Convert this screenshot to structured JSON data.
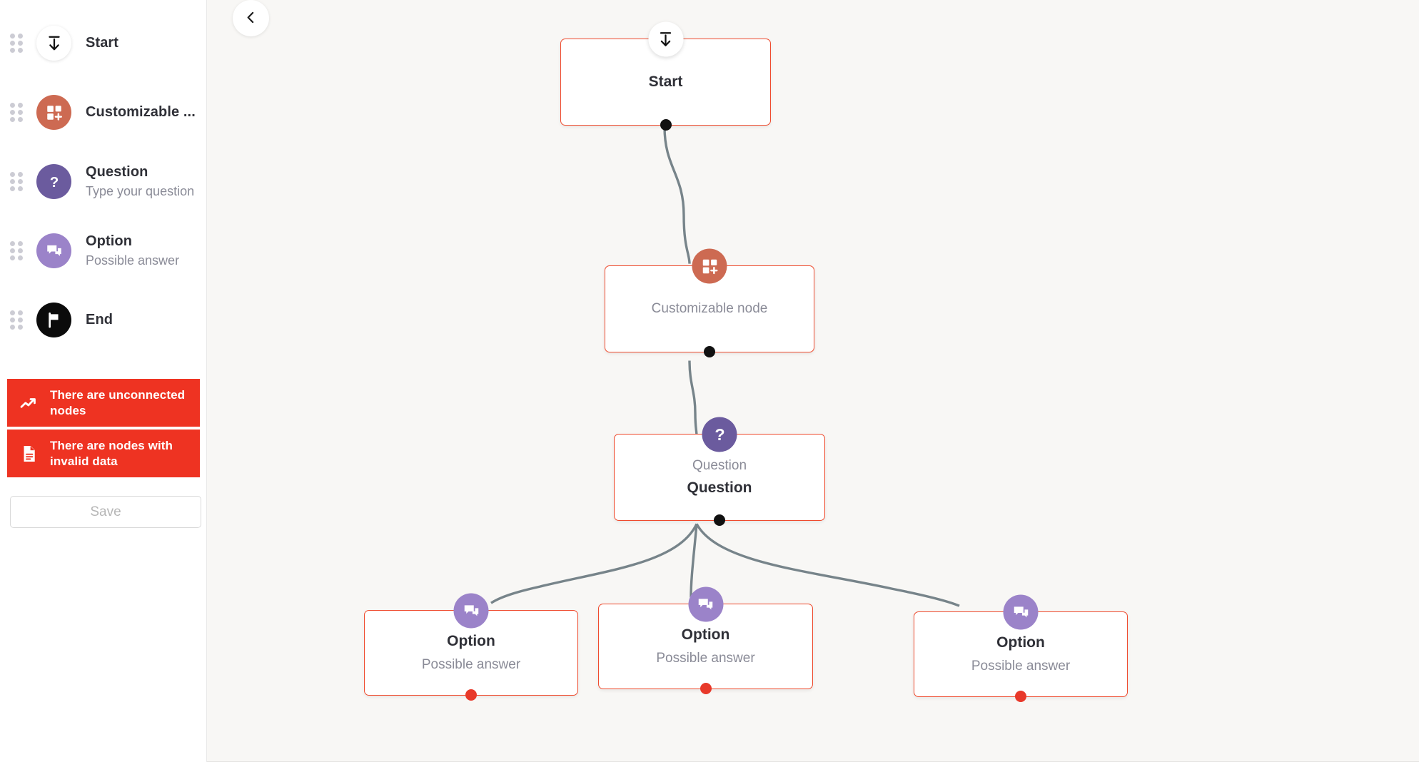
{
  "sidebar": {
    "palette": [
      {
        "title": "Start",
        "subtitle": "",
        "icon": "arrow-down-to-line-icon",
        "icon_style": "white"
      },
      {
        "title": "Customizable ...",
        "subtitle": "",
        "icon": "grid-plus-icon",
        "icon_style": "terra"
      },
      {
        "title": "Question",
        "subtitle": "Type your question",
        "icon": "question-mark-icon",
        "icon_style": "purple"
      },
      {
        "title": "Option",
        "subtitle": "Possible answer",
        "icon": "chat-bubbles-icon",
        "icon_style": "lilac"
      },
      {
        "title": "End",
        "subtitle": "",
        "icon": "flag-icon",
        "icon_style": "black"
      }
    ],
    "warnings": [
      {
        "text": "There are unconnected nodes",
        "icon": "trending-up-icon"
      },
      {
        "text": "There are nodes with invalid data",
        "icon": "document-icon"
      }
    ],
    "save_label": "Save"
  },
  "canvas": {
    "back_button_icon": "chevron-left-icon",
    "nodes": [
      {
        "id": "start",
        "badge_icon": "arrow-down-to-line-icon",
        "badge_style": "white",
        "title": "Start",
        "title_style": "bold",
        "subtitle": "",
        "handle": "black"
      },
      {
        "id": "customizable",
        "badge_icon": "grid-plus-icon",
        "badge_style": "terra",
        "title": "Customizable node",
        "title_style": "muted",
        "subtitle": "",
        "handle": "black"
      },
      {
        "id": "question",
        "badge_icon": "question-mark-icon",
        "badge_style": "purple",
        "title": "Question",
        "title_style": "muted",
        "subtitle": "Question",
        "handle": "black"
      },
      {
        "id": "option-1",
        "badge_icon": "chat-bubbles-icon",
        "badge_style": "lilac",
        "title": "Option",
        "title_style": "bold",
        "subtitle": "Possible answer",
        "handle": "red"
      },
      {
        "id": "option-2",
        "badge_icon": "chat-bubbles-icon",
        "badge_style": "lilac",
        "title": "Option",
        "title_style": "bold",
        "subtitle": "Possible answer",
        "handle": "red"
      },
      {
        "id": "option-3",
        "badge_icon": "chat-bubbles-icon",
        "badge_style": "lilac",
        "title": "Option",
        "title_style": "bold",
        "subtitle": "Possible answer",
        "handle": "red"
      }
    ]
  },
  "colors": {
    "node_border": "#ef4b2e",
    "warning_bg": "#ee3322",
    "terracotta": "#cd6a52",
    "purple": "#6b5b9e",
    "lilac": "#9b83c9",
    "edge": "#77848a",
    "canvas_bg": "#f8f7f5"
  }
}
